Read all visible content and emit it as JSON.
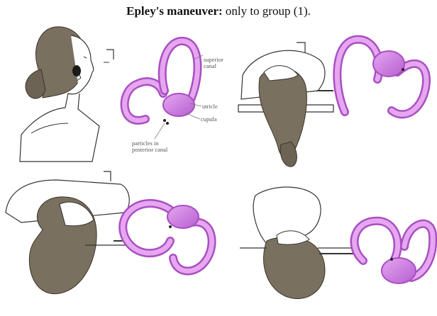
{
  "caption": {
    "bold": "Epley's maneuver:",
    "rest": " only to group (1)."
  },
  "labels": {
    "superior_canal_1": "superior",
    "superior_canal_2": "canal",
    "utricle": "utricle",
    "cupula": "cupula",
    "particles_1": "particles in",
    "particles_2": "posterior canal"
  },
  "colors": {
    "canal": "#d98ae8",
    "canal_dark": "#a94fc2",
    "hair": "#7a7060",
    "skin": "#ffffff",
    "line": "#333333"
  }
}
